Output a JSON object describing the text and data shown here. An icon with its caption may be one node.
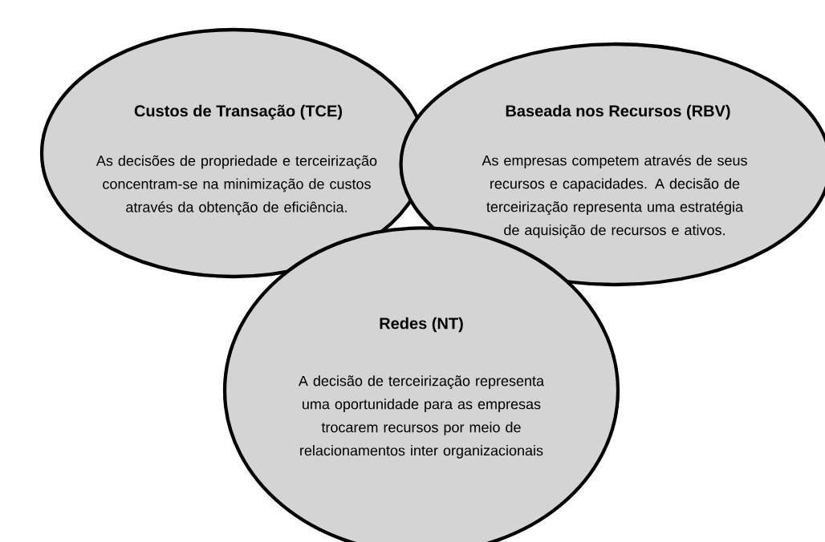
{
  "diagram": {
    "nodes": [
      {
        "text": [
          "Custos de Transação (TCE)",
          "As decisões de propriedade e terceirização concentram-se na minimização de custos através da obtenção de eficiência."
        ]
      },
      {
        "text": [
          "Baseada nos Recursos (RBV)",
          "As empresas competem através de seus recursos e capacidades. A decisão de terceirização representa uma estratégia de aquisição de recursos e ativos."
        ]
      },
      {
        "text": [
          "Redes (NT)",
          "A decisão de terceirização representa uma oportunidade para as empresas trocarem recursos por meio de relacionamentos inter organizacionais"
        ]
      }
    ]
  }
}
